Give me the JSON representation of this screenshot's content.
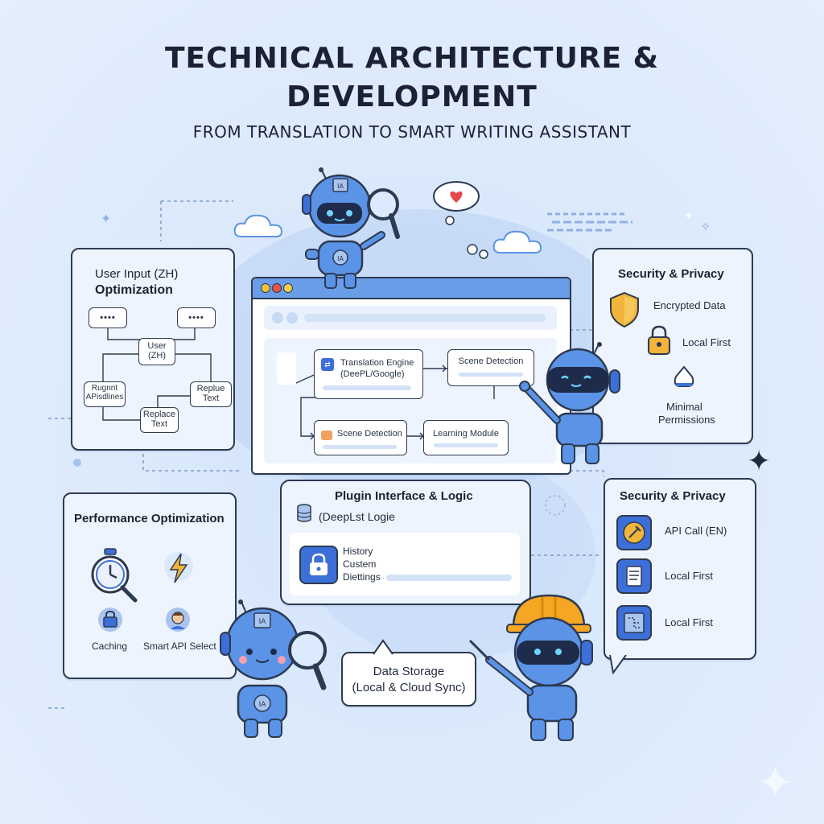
{
  "header": {
    "title_line1": "TECHNICAL ARCHITECTURE &",
    "title_line2": "DEVELOPMENT",
    "subtitle": "FROM TRANSLATION TO SMART WRITING ASSISTANT"
  },
  "input_card": {
    "title_line1": "User Input (ZH)",
    "title_line2": "Optimization",
    "nodes": {
      "user": [
        "User",
        "(ZH)"
      ],
      "suggest": [
        "Rugnnt",
        "APisdlines"
      ],
      "replace_right": [
        "Replue",
        "Text"
      ],
      "replace_bottom": [
        "Replace",
        "Text"
      ]
    },
    "dots": "••••"
  },
  "browser": {
    "translation_engine": [
      "Translation Engine",
      "(DeePL/Google)"
    ],
    "scene_detection_top": "Scene Detection",
    "scene_detection_bottom": "Scene Detection",
    "learning_module": "Learning Module"
  },
  "security_top": {
    "title": "Security & Privacy",
    "items": [
      "Encrypted Data",
      "Local First",
      "Minimal",
      "Permissions"
    ]
  },
  "plugin": {
    "title": "Plugin Interface & Logic",
    "logic_label": "(DeepLst Logie",
    "items": [
      "History",
      "Custem",
      "Diettings"
    ]
  },
  "performance": {
    "title": "Performance Optimization",
    "items": [
      "Caching",
      "Smart API Select"
    ]
  },
  "security_bottom": {
    "title": "Security & Privacy",
    "items": [
      "API Call (EN)",
      "Local First",
      "Local First"
    ]
  },
  "storage": {
    "line1": "Data Storage",
    "line2": "(Local & Cloud Sync)"
  },
  "robot_badge": "IA",
  "chip_label": "IA",
  "colors": {
    "border": "#2c3a52",
    "robot_blue": "#5b93e6",
    "robot_dark": "#1f2b4a",
    "shield": "#f2b43a",
    "helmet": "#f5a623",
    "accent": "#3d6fd8"
  }
}
